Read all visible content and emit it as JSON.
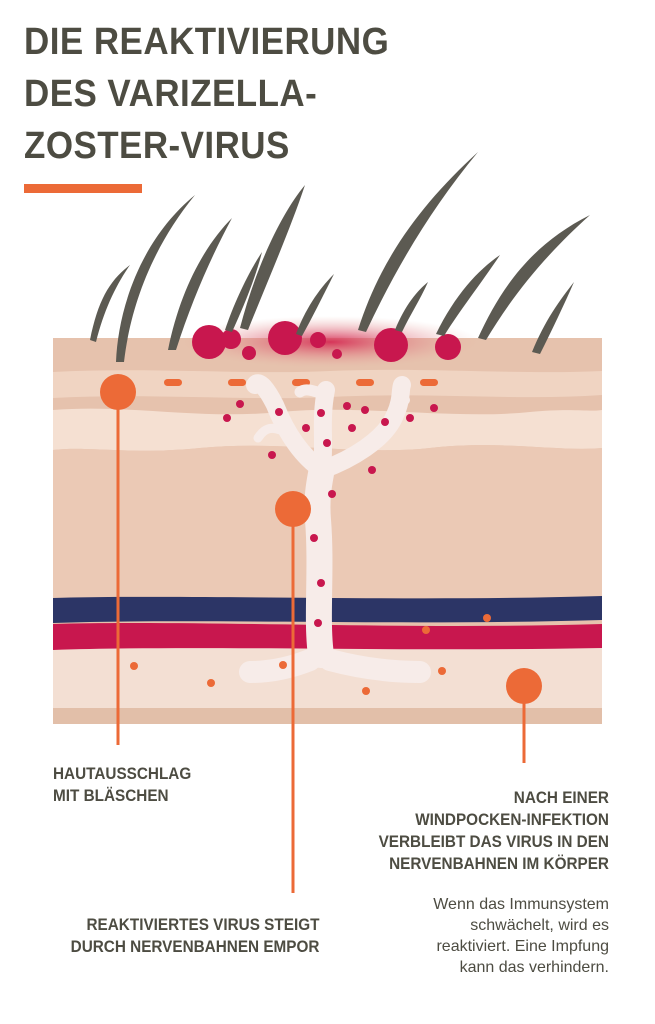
{
  "title": {
    "lines": [
      "DIE REAKTIVIERUNG",
      "DES VARIZELLA-",
      "ZOSTER-VIRUS"
    ]
  },
  "colors": {
    "title_text": "#4d4c42",
    "accent_orange": "#ec6a37",
    "virus_magenta": "#c8174e",
    "vein_navy": "#2c3566",
    "artery_red": "#c8174e",
    "nerve_white": "#f7ece9",
    "hair": "#5c5a52",
    "skin_top": "#e8cbb8",
    "skin_mid": "#f2d9ca",
    "skin_deep": "#e6c2ad"
  },
  "labels": {
    "rash": [
      "HAUTAUSSCHLAG",
      "MIT BLÄSCHEN"
    ],
    "reactivated": [
      "REAKTIVIERTES VIRUS STEIGT",
      "DURCH NERVENBAHNEN EMPOR"
    ],
    "infection": [
      "NACH EINER",
      "WINDPOCKEN-INFEKTION",
      "VERBLEIBT DAS VIRUS IN DEN",
      "NERVENBAHNEN IM KÖRPER"
    ]
  },
  "description": [
    "Wenn das Immunsystem",
    "schwächelt, wird es",
    "reaktiviert. Eine Impfung",
    "kann das verhindern."
  ]
}
